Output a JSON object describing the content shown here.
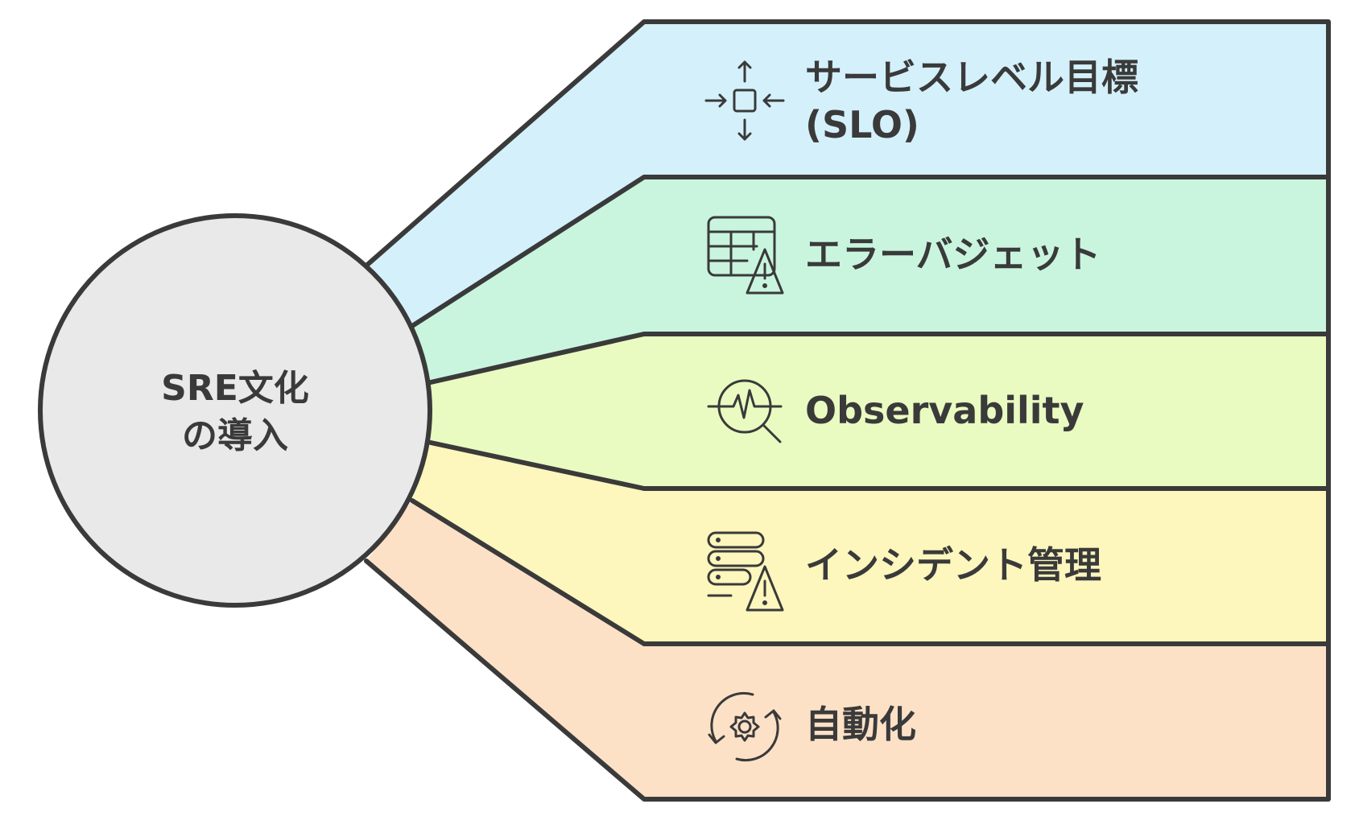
{
  "center": {
    "line1": "SRE文化",
    "line2": "の導入"
  },
  "items": [
    {
      "line1": "サービスレベル目標",
      "line2": "(SLO)",
      "icon": "target-arrows-icon",
      "color": "#d4f1fb"
    },
    {
      "line1": "エラーバジェット",
      "line2": "",
      "icon": "table-warning-icon",
      "color": "#c9f5df"
    },
    {
      "line1": "Observability",
      "line2": "",
      "icon": "pulse-magnifier-icon",
      "color": "#e9fbc1"
    },
    {
      "line1": "インシデント管理",
      "line2": "",
      "icon": "server-warning-icon",
      "color": "#fdf6bd"
    },
    {
      "line1": "自動化",
      "line2": "",
      "icon": "gear-cycle-icon",
      "color": "#fde1c7"
    }
  ],
  "colors": {
    "center_fill": "#e9e9e9",
    "outline": "#3a3a3a"
  }
}
